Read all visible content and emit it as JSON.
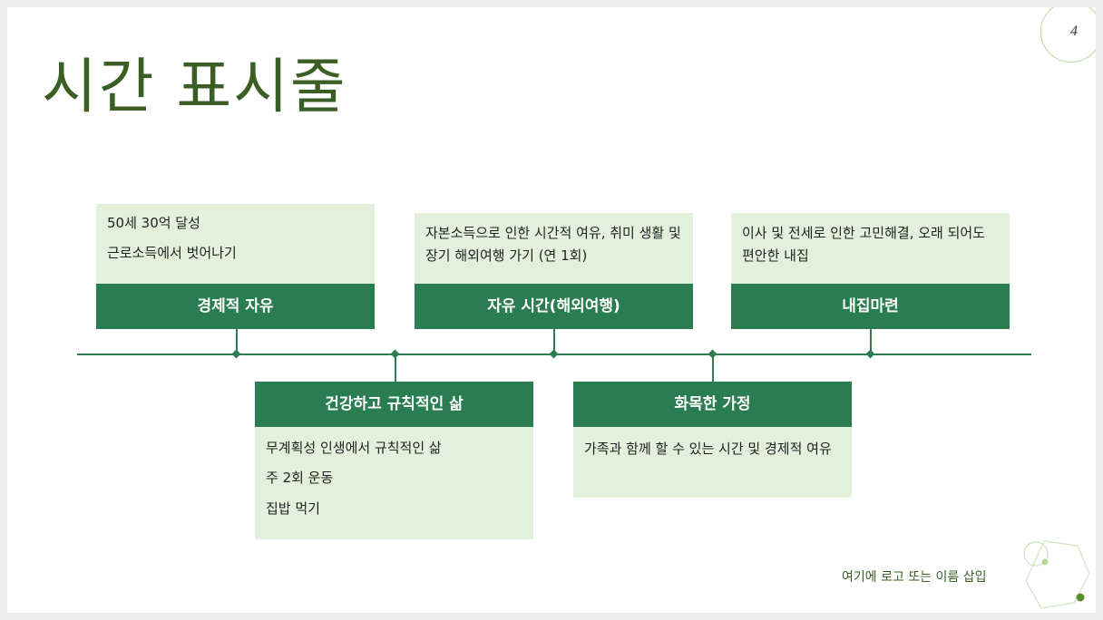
{
  "slide": {
    "page_number": "4",
    "title": "시간 표시줄",
    "footer_text": "여기에 로고 또는 이름 삽입"
  },
  "milestones_top": [
    {
      "heading": "경제적 자유",
      "details": [
        "50세 30억 달성",
        "근로소득에서 벗어나기"
      ]
    },
    {
      "heading": "자유 시간(해외여행)",
      "details": [
        "자본소득으로 인한 시간적 여유, 취미 생활 및 장기 해외여행 가기 (연 1회)"
      ]
    },
    {
      "heading": "내집마련",
      "details": [
        "이사 및 전세로 인한 고민해결, 오래 되어도 편안한 내집"
      ]
    }
  ],
  "milestones_bottom": [
    {
      "heading": "건강하고 규칙적인 삶",
      "details": [
        "무계획성 인생에서 규칙적인 삶",
        "주 2회 운동",
        "집밥 먹기"
      ]
    },
    {
      "heading": "화목한 가정",
      "details": [
        "가족과 함께 할 수 있는 시간 및 경제적 여유"
      ]
    }
  ],
  "colors": {
    "accent": "#297d50",
    "card_fill": "#e2f0dc",
    "title": "#3b5e25",
    "deco_light": "#b9d79c"
  }
}
